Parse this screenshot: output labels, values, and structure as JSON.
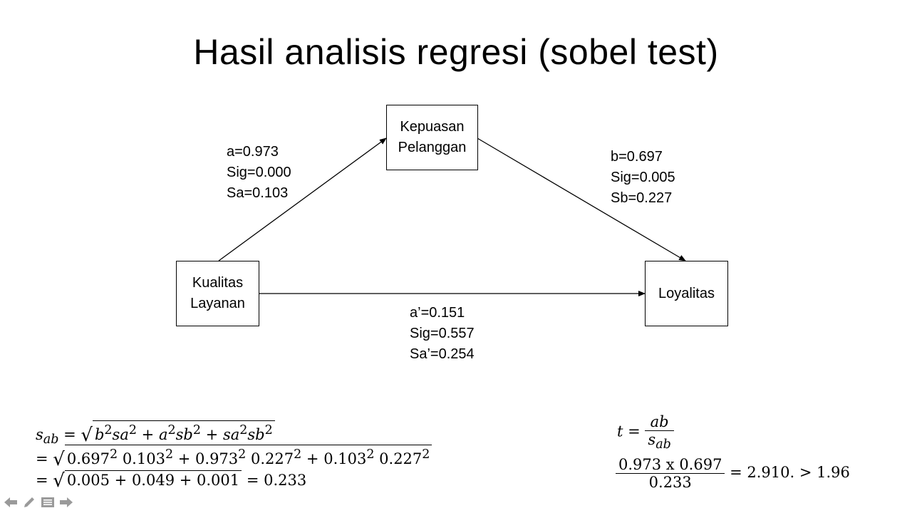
{
  "title": "Hasil analisis regresi (sobel test)",
  "nodes": {
    "mediator": {
      "line1": "Kepuasan",
      "line2": "Pelanggan"
    },
    "independent": {
      "line1": "Kualitas",
      "line2": "Layanan"
    },
    "dependent": {
      "label": "Loyalitas"
    }
  },
  "paths": {
    "a": {
      "coef": "a=0.973",
      "sig": "Sig=0.000",
      "se": "Sa=0.103"
    },
    "b": {
      "coef": "b=0.697",
      "sig": "Sig=0.005",
      "se": "Sb=0.227"
    },
    "c_prime": {
      "coef": "a’=0.151",
      "sig": "Sig=0.557",
      "se": "Sa’=0.254"
    }
  },
  "formula_sab": {
    "line2_terms": [
      "0.697",
      "0.103",
      "0.973",
      "0.227",
      "0.103",
      "0.227"
    ],
    "line3_terms": [
      "0.005",
      "0.049",
      "0.001"
    ],
    "result": "0.233"
  },
  "formula_t": {
    "numerator": "0.973 x 0.697",
    "denominator": "0.233",
    "result": "2.910.",
    "threshold": "1.96"
  },
  "nav": {
    "icons": [
      "arrow-left-icon",
      "pen-icon",
      "menu-icon",
      "arrow-right-icon"
    ],
    "color": "#9a9a9a"
  }
}
